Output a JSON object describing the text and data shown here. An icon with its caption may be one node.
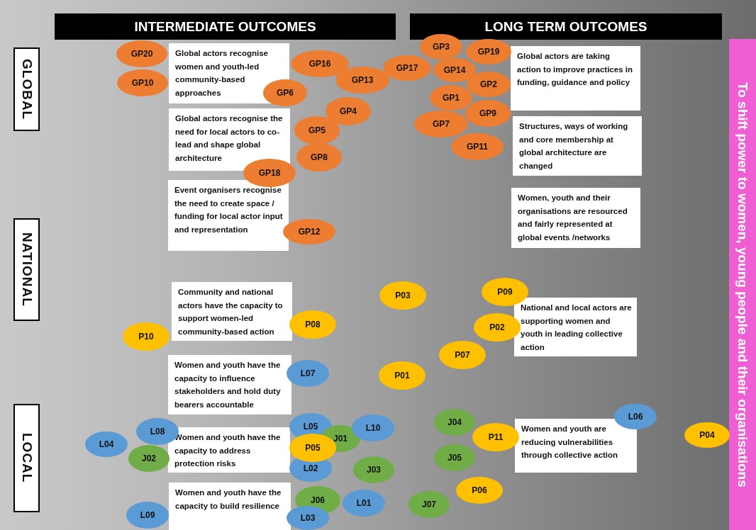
{
  "diagram": {
    "nodes": [
      {
        "text": [
          "INTERMEDIATE OUTCOMES"
        ]
      },
      {
        "text": [
          "LONG TERM OUTCOMES"
        ]
      },
      {
        "text": [
          "GLOBAL"
        ]
      },
      {
        "text": [
          "GP20"
        ]
      },
      {
        "text": [
          "Global actors recognise women and youth-led community-based approaches"
        ]
      },
      {
        "text": [
          "GP10"
        ]
      },
      {
        "text": [
          "GP6"
        ]
      },
      {
        "text": [
          "GP16"
        ]
      },
      {
        "text": [
          "GP13"
        ]
      },
      {
        "text": [
          "GP17"
        ]
      },
      {
        "text": [
          "GP3"
        ]
      },
      {
        "text": [
          "GP19"
        ]
      },
      {
        "text": [
          "GP14"
        ]
      },
      {
        "text": [
          "GP2"
        ]
      },
      {
        "text": [
          "GP1"
        ]
      },
      {
        "text": [
          "Global actors are taking action to improve practices in funding, guidance and policy"
        ]
      },
      {
        "text": [
          "GP9"
        ]
      },
      {
        "text": [
          "GP7"
        ]
      },
      {
        "text": [
          "GP11"
        ]
      },
      {
        "text": [
          "GP4"
        ]
      },
      {
        "text": [
          "Global actors recognise the need for local actors to co-lead and shape global architecture"
        ]
      },
      {
        "text": [
          "GP5"
        ]
      },
      {
        "text": [
          "GP8"
        ]
      },
      {
        "text": [
          "Structures, ways of working and core membership at global architecture are changed"
        ]
      },
      {
        "text": [
          "GP18"
        ]
      },
      {
        "text": [
          "Event organisers recognise the need to create space / funding for local actor input and representation"
        ]
      },
      {
        "text": [
          "Women, youth and their organisations are resourced and fairly represented at global events /networks"
        ]
      },
      {
        "text": [
          "GP12"
        ]
      },
      {
        "text": [
          "NATIONAL"
        ]
      },
      {
        "text": [
          "Community and national actors have the capacity to support women-led community-based action"
        ]
      },
      {
        "text": [
          "P03"
        ]
      },
      {
        "text": [
          "P09"
        ]
      },
      {
        "text": [
          "P08"
        ]
      },
      {
        "text": [
          "National and local actors are supporting women and youth in leading collective action"
        ]
      },
      {
        "text": [
          "P02"
        ]
      },
      {
        "text": [
          "P10"
        ]
      },
      {
        "text": [
          "P07"
        ]
      },
      {
        "text": [
          "Women and youth have the capacity to influence stakeholders and hold duty bearers accountable"
        ]
      },
      {
        "text": [
          "L07"
        ]
      },
      {
        "text": [
          "P01"
        ]
      },
      {
        "text": [
          "LOCAL"
        ]
      },
      {
        "text": [
          "L06"
        ]
      },
      {
        "text": [
          "J04"
        ]
      },
      {
        "text": [
          "L08"
        ]
      },
      {
        "text": [
          "L05"
        ]
      },
      {
        "text": [
          "L10"
        ]
      },
      {
        "text": [
          "J01"
        ]
      },
      {
        "text": [
          "P11"
        ]
      },
      {
        "text": [
          "Women and youth are reducing vulnerabilities through collective action"
        ]
      },
      {
        "text": [
          "P04"
        ]
      },
      {
        "text": [
          "L04"
        ]
      },
      {
        "text": [
          "Women and youth have the capacity to address protection risks"
        ]
      },
      {
        "text": [
          "J02"
        ]
      },
      {
        "text": [
          "P05"
        ]
      },
      {
        "text": [
          "L02"
        ]
      },
      {
        "text": [
          "J03"
        ]
      },
      {
        "text": [
          "J05"
        ]
      },
      {
        "text": [
          "P06"
        ]
      },
      {
        "text": [
          "Women and youth have the capacity to build resilience"
        ]
      },
      {
        "text": [
          "J06"
        ]
      },
      {
        "text": [
          "L01"
        ]
      },
      {
        "text": [
          "L09"
        ]
      },
      {
        "text": [
          "J07"
        ]
      },
      {
        "text": [
          "L03"
        ]
      },
      {
        "text": [
          "To shift power to women, young people and their organisations"
        ]
      }
    ]
  }
}
